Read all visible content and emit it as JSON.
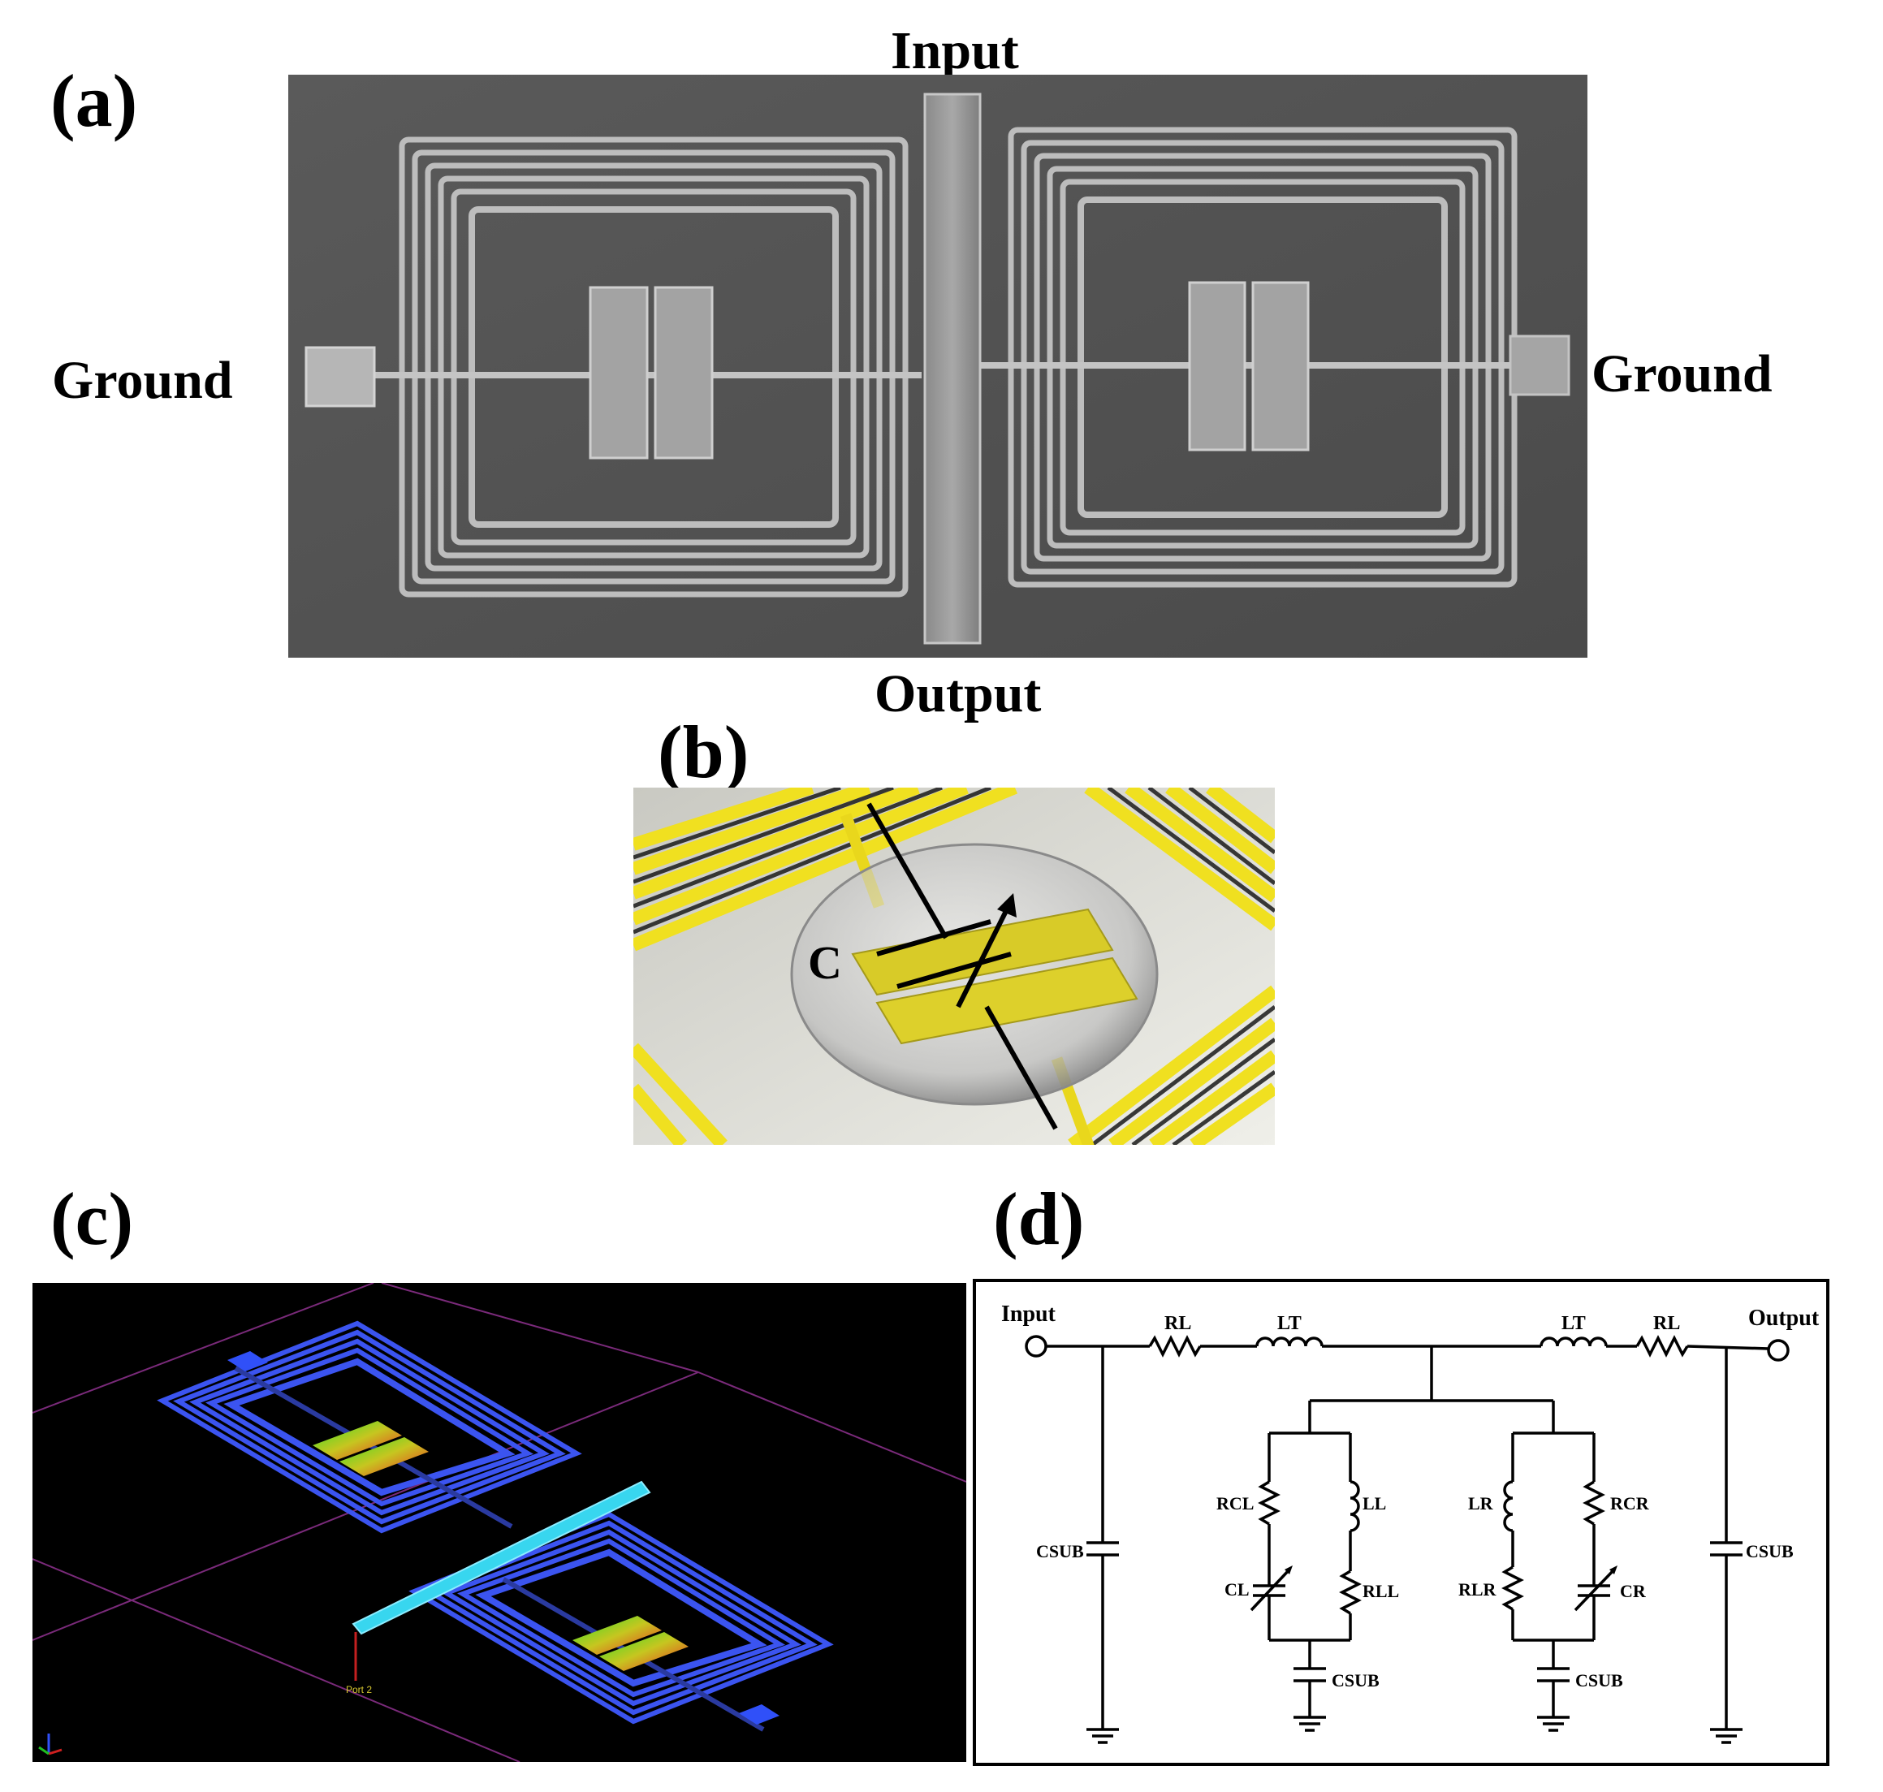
{
  "panel_a": {
    "letter": "(a)",
    "input_label": "Input",
    "output_label": "Output",
    "ground_left": "Ground",
    "ground_right": "Ground"
  },
  "panel_b": {
    "letter": "(b)",
    "capacitor_label": "C"
  },
  "panel_c": {
    "letter": "(c)",
    "port_label": "Port 2"
  },
  "panel_d": {
    "letter": "(d)",
    "input": "Input",
    "output": "Output",
    "components": {
      "rl_left": "RL",
      "lt_left": "LT",
      "lt_right": "LT",
      "rl_right": "RL",
      "csub_left": "CSUB",
      "csub_right": "CSUB",
      "rcl": "RCL",
      "ll": "LL",
      "cl": "CL",
      "rll": "RLL",
      "lr": "LR",
      "rcr": "RCR",
      "rlr": "RLR",
      "cr": "CR",
      "csub_mid_left": "CSUB",
      "csub_mid_right": "CSUB"
    }
  },
  "colors": {
    "sem_background": "#545454",
    "sem_metal": "#b9b9b9",
    "render_gold": "#f2e21c",
    "hfss_background": "#000000",
    "hfss_coil": "#3b54f0",
    "hfss_strip": "#38d6ef"
  }
}
